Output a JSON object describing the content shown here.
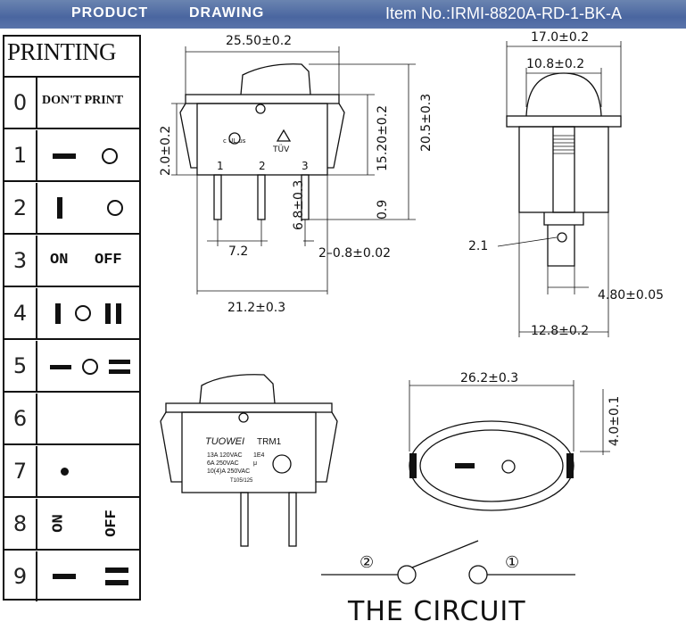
{
  "header": {
    "title_left": "PRODUCT",
    "title_right": "DRAWING",
    "item_no": "Item No.:IRMI-8820A-RD-1-BK-A"
  },
  "printing": {
    "title": "PRINTING",
    "rows": [
      {
        "num": "0",
        "text": "DON'T PRINT"
      },
      {
        "num": "1"
      },
      {
        "num": "2"
      },
      {
        "num": "3",
        "on": "ON",
        "off": "OFF"
      },
      {
        "num": "4"
      },
      {
        "num": "5"
      },
      {
        "num": "6"
      },
      {
        "num": "7"
      },
      {
        "num": "8",
        "on": "ON",
        "off": "OFF"
      },
      {
        "num": "9"
      }
    ]
  },
  "top_view": {
    "dim_width": "25.50±0.2",
    "dim_height_total": "20.5±0.3",
    "dim_body_height": "15.20±0.2",
    "dim_side": "2.0±0.2",
    "dim_pin_len": "6.8±0.3",
    "dim_gap": "0.9",
    "dim_pitch": "7.2",
    "dim_pin": "2–0.8±0.02",
    "dim_base": "21.2±0.3",
    "pin_1": "1",
    "pin_2": "2",
    "pin_3": "3",
    "tuv": "TÜV",
    "ul": "c UL us"
  },
  "side_view": {
    "dim_outer": "17.0±0.2",
    "dim_inner": "10.8±0.2",
    "dim_hole": "2.1",
    "dim_tab": "4.80±0.05",
    "dim_bottom": "12.8±0.2"
  },
  "front_view": {
    "brand": "TUOWEI",
    "model": "TRM1",
    "rating_1": "13A 120VAC",
    "rating_1b": "1E4",
    "rating_2": "6A 250VAC",
    "rating_2b": "μ",
    "rating_3": "10(4)A 250VAC",
    "rating_4": "T105/125"
  },
  "top_oval": {
    "dim_width": "26.2±0.3",
    "dim_depth": "4.0±0.1"
  },
  "circuit": {
    "title": "THE CIRCUIT",
    "node_left": "②",
    "node_right": "①"
  }
}
